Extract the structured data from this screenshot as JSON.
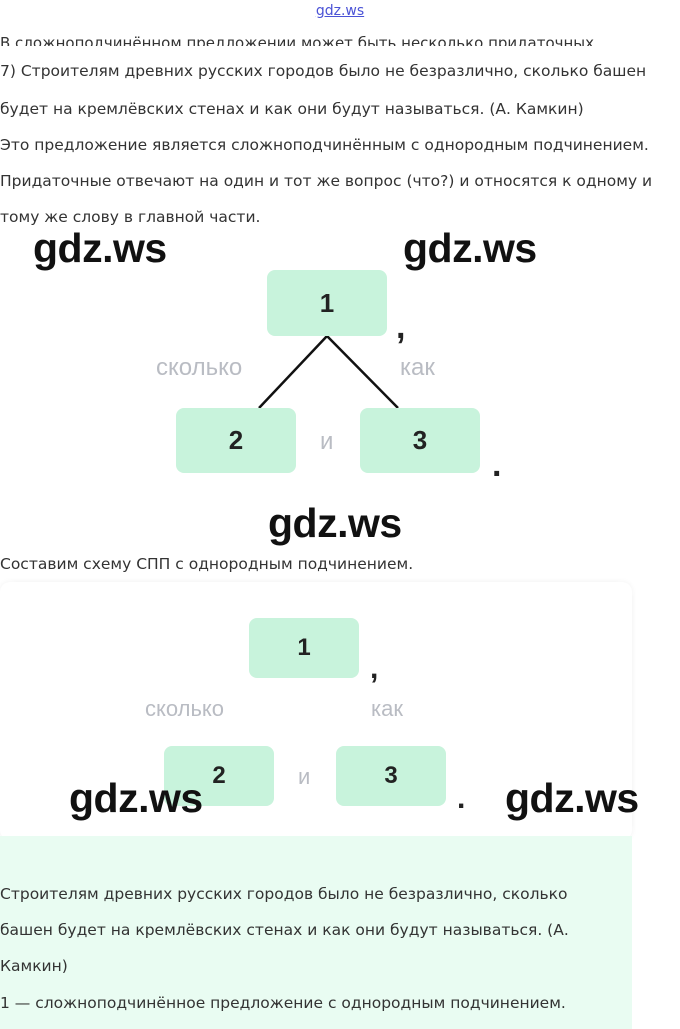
{
  "site": {
    "link": "gdz.ws",
    "watermark": "gdz.ws"
  },
  "intro_cut": "В сложноподчинённом предложении может быть несколько придаточных",
  "example": "7) Строителям древних русских городов было не безразлично, сколько башен будет на кремлёвских стенах и как они будут называться. (А. Камкин)",
  "explanation": "Это предложение является сложноподчинённым с однородным подчинением. Придаточные отвечают на один и тот же вопрос (что?) и относятся к одному и тому же слову в главной части.",
  "scheme": {
    "main": "1",
    "left": "2",
    "right": "3",
    "left_conj": "сколько",
    "right_conj": "как",
    "and": "и",
    "comma": ",",
    "period": "."
  },
  "caption": "Составим схему СПП с однородным подчинением.",
  "answer": {
    "sentence": "Строителям древних русских городов было не безразлично, сколько башен будет на кремлёвских стенах и как они будут называться. (А. Камкин)",
    "note": "1 — сложноподчинённое предложение с однородным подчинением."
  },
  "colors": {
    "box": "#c8f3dc",
    "label": "#b9bcc3",
    "green_panel": "#e9fcf2",
    "link": "#4b53d6"
  }
}
